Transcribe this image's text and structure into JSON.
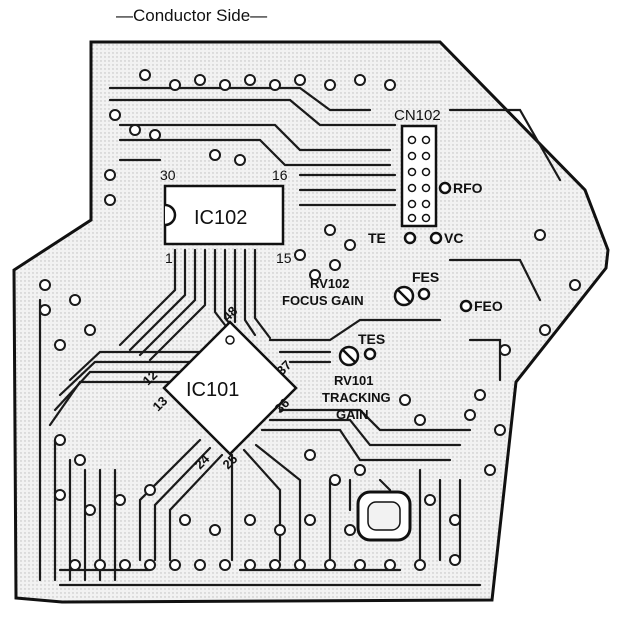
{
  "title": "—Conductor Side—",
  "components": {
    "ic102": "IC102",
    "ic102_pins": [
      "30",
      "16",
      "1",
      "15"
    ],
    "ic101": "IC101",
    "ic101_pins": [
      "48",
      "12",
      "37",
      "13",
      "36",
      "24",
      "25"
    ],
    "cn102": "CN102",
    "rv102": "RV102",
    "rv102_desc": "FOCUS GAIN",
    "rv101": "RV101",
    "rv101_desc1": "TRACKING",
    "rv101_desc2": "GAIN"
  },
  "test_points": {
    "rfo": "RFO",
    "te": "TE",
    "vc": "VC",
    "fes": "FES",
    "feo": "FEO",
    "tes": "TES"
  },
  "colors": {
    "board": "#ebebeb",
    "trace": "#1a1a1a",
    "ink": "#111111"
  }
}
